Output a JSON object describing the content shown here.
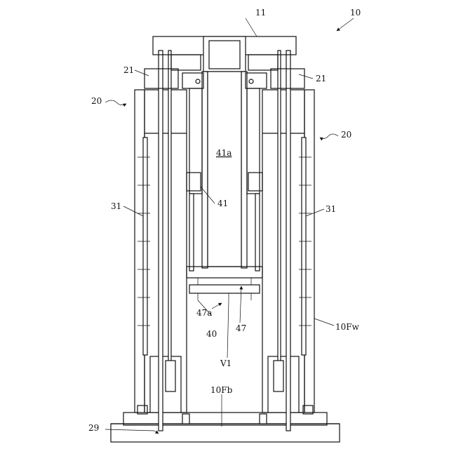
{
  "labels": {
    "l10": "10",
    "l11": "11",
    "l20_left": "20",
    "l20_right": "20",
    "l21_left": "21",
    "l21_right": "21",
    "l31_left": "31",
    "l31_right": "31",
    "l41": "41",
    "l41a": "41a",
    "l40": "40",
    "l47": "47",
    "l47a": "47a",
    "lV1": "V1",
    "l10Fw": "10Fw",
    "l10Fb": "10Fb",
    "l29": "29"
  }
}
